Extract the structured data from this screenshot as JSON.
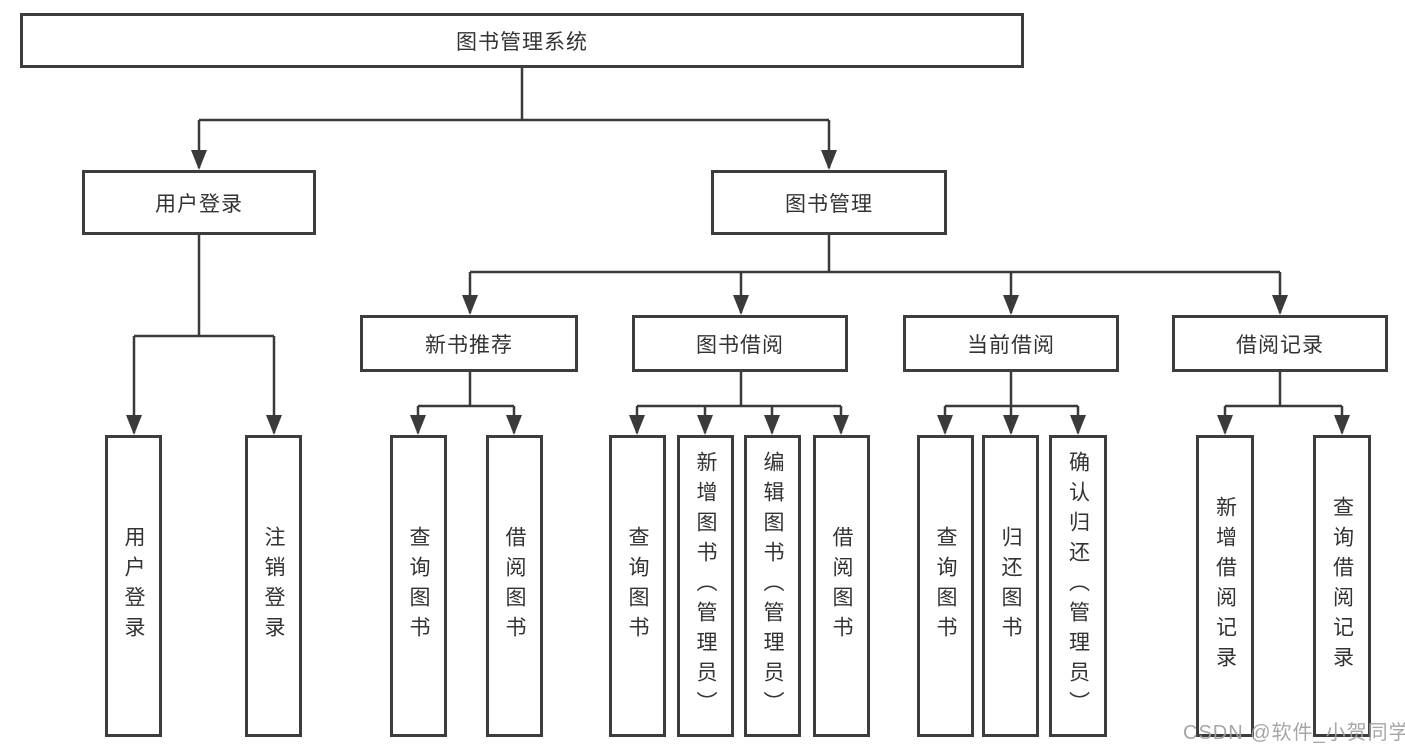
{
  "diagram_type": "hierarchy-tree",
  "root": {
    "label": "图书管理系统"
  },
  "branches": {
    "userLogin": {
      "label": "用户登录",
      "leaves": [
        {
          "label": "用户登录"
        },
        {
          "label": "注销登录"
        }
      ]
    },
    "bookMgmt": {
      "label": "图书管理"
    }
  },
  "sections": [
    {
      "label": "新书推荐",
      "leaves": [
        {
          "label": "查询图书"
        },
        {
          "label": "借阅图书"
        }
      ]
    },
    {
      "label": "图书借阅",
      "leaves": [
        {
          "label": "查询图书"
        },
        {
          "label": "新增图书（管理员）"
        },
        {
          "label": "编辑图书（管理员）"
        },
        {
          "label": "借阅图书"
        }
      ]
    },
    {
      "label": "当前借阅",
      "leaves": [
        {
          "label": "查询图书"
        },
        {
          "label": "归还图书"
        },
        {
          "label": "确认归还（管理员）"
        }
      ]
    },
    {
      "label": "借阅记录",
      "leaves": [
        {
          "label": "新增借阅记录"
        },
        {
          "label": "查询借阅记录"
        }
      ]
    }
  ],
  "watermark": {
    "text": "CSDN @软件_小贺同学"
  },
  "colors": {
    "line": "#3a3a3a",
    "box_border": "#3d3d3d",
    "text": "#333333",
    "background": "#ffffff",
    "watermark": "#9e9e9e"
  }
}
